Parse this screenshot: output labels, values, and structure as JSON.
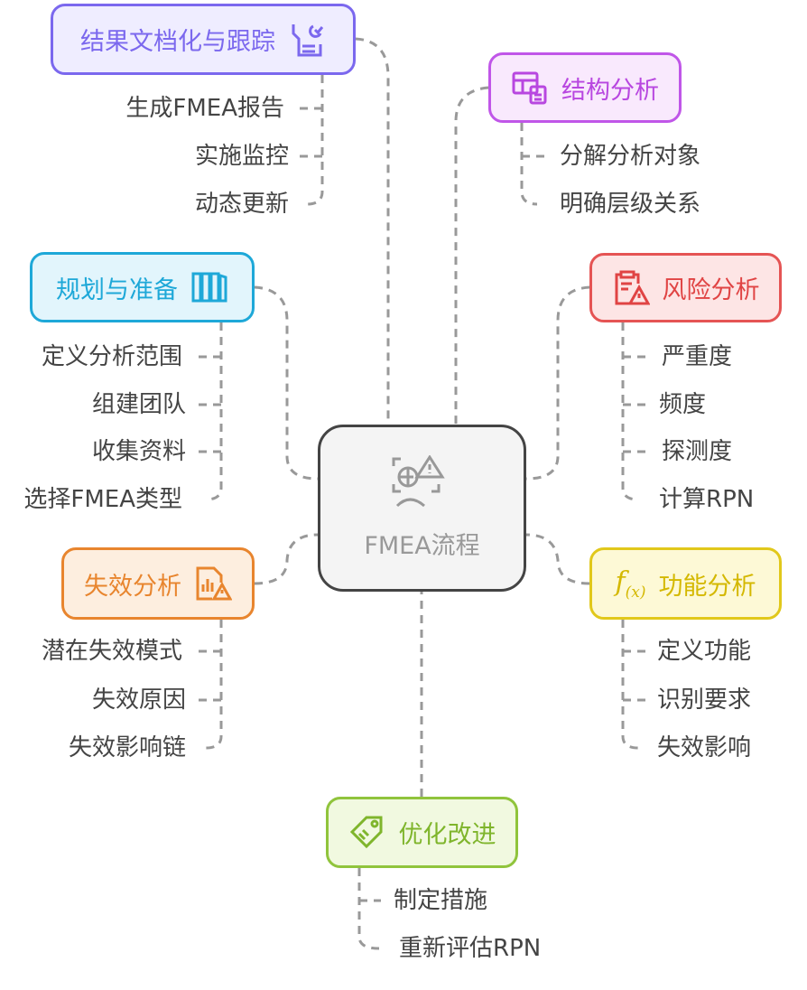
{
  "center": {
    "title": "FMEA流程",
    "icon": "risk-inspection-icon"
  },
  "branches": {
    "docs": {
      "title": "结果文档化与跟踪",
      "icon": "tools-checklist-icon",
      "color": "#7b68ee",
      "items": [
        "生成FMEA报告",
        "实施监控",
        "动态更新"
      ]
    },
    "structure": {
      "title": "结构分析",
      "icon": "structure-doc-icon",
      "color": "#b847e0",
      "items": [
        "分解分析对象",
        "明确层级关系"
      ]
    },
    "planning": {
      "title": "规划与准备",
      "icon": "books-icon",
      "color": "#1ea8d8",
      "items": [
        "定义分析范围",
        "组建团队",
        "收集资料",
        "选择FMEA类型"
      ]
    },
    "risk": {
      "title": "风险分析",
      "icon": "clipboard-warning-icon",
      "color": "#e04444",
      "items": [
        "严重度",
        "频度",
        "探测度",
        "计算RPN"
      ]
    },
    "failure": {
      "title": "失效分析",
      "icon": "chart-warning-icon",
      "color": "#e8852e",
      "items": [
        "潜在失效模式",
        "失效原因",
        "失效影响链"
      ]
    },
    "function": {
      "title": "功能分析",
      "icon": "function-icon",
      "color": "#d4b800",
      "items": [
        "定义功能",
        "识别要求",
        "失效影响"
      ]
    },
    "optimize": {
      "title": "优化改进",
      "icon": "tag-circuit-icon",
      "color": "#7fb52c",
      "items": [
        "制定措施",
        "重新评估RPN"
      ]
    }
  }
}
